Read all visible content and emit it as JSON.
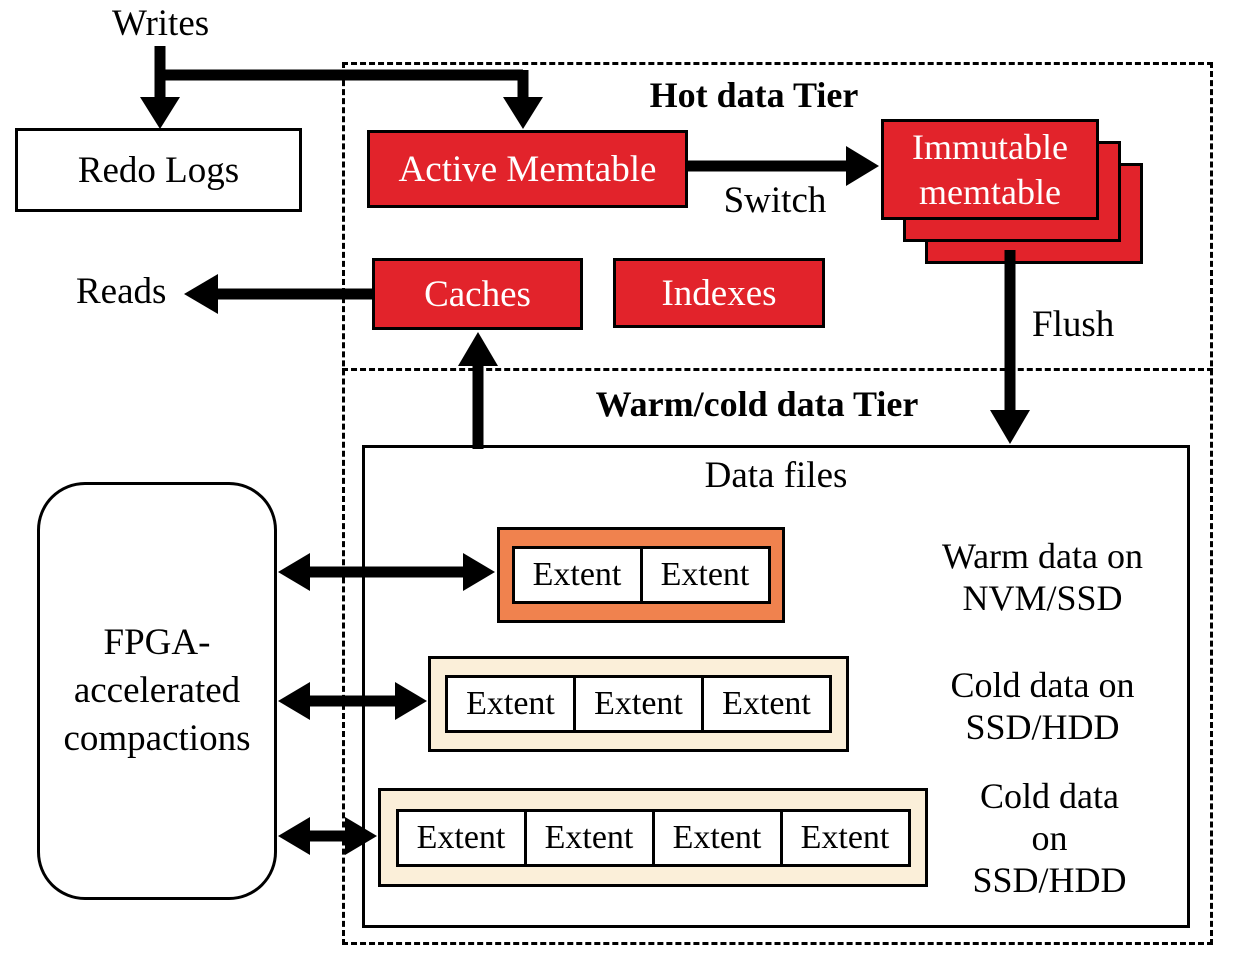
{
  "flows": {
    "writes": "Writes",
    "reads": "Reads",
    "switch_label": "Switch",
    "flush_label": "Flush"
  },
  "tiers": {
    "hot_title": "Hot data Tier",
    "warm_cold_title": "Warm/cold data Tier"
  },
  "nodes": {
    "redo_logs": "Redo Logs",
    "active_memtable": "Active Memtable",
    "immutable_memtable_lines": [
      "Immutable",
      "memtable"
    ],
    "caches": "Caches",
    "indexes": "Indexes",
    "data_files": "Data files",
    "fpga_lines": [
      "FPGA-",
      "accelerated",
      "compactions"
    ]
  },
  "storage_rows": [
    {
      "tier_color": "#F0824E",
      "extents": [
        "Extent",
        "Extent"
      ],
      "label_lines": [
        "Warm data on",
        "NVM/SSD"
      ]
    },
    {
      "tier_color": "#FBEFD9",
      "extents": [
        "Extent",
        "Extent",
        "Extent"
      ],
      "label_lines": [
        "Cold data on",
        "SSD/HDD"
      ]
    },
    {
      "tier_color": "#FBEFD9",
      "extents": [
        "Extent",
        "Extent",
        "Extent",
        "Extent"
      ],
      "label_lines": [
        "Cold data",
        "on",
        "SSD/HDD"
      ]
    }
  ],
  "colors": {
    "memtable_red": "#E2232B",
    "warm_orange": "#F0824E",
    "cold_cream": "#FBEFD9",
    "line_ink": "#000000"
  }
}
